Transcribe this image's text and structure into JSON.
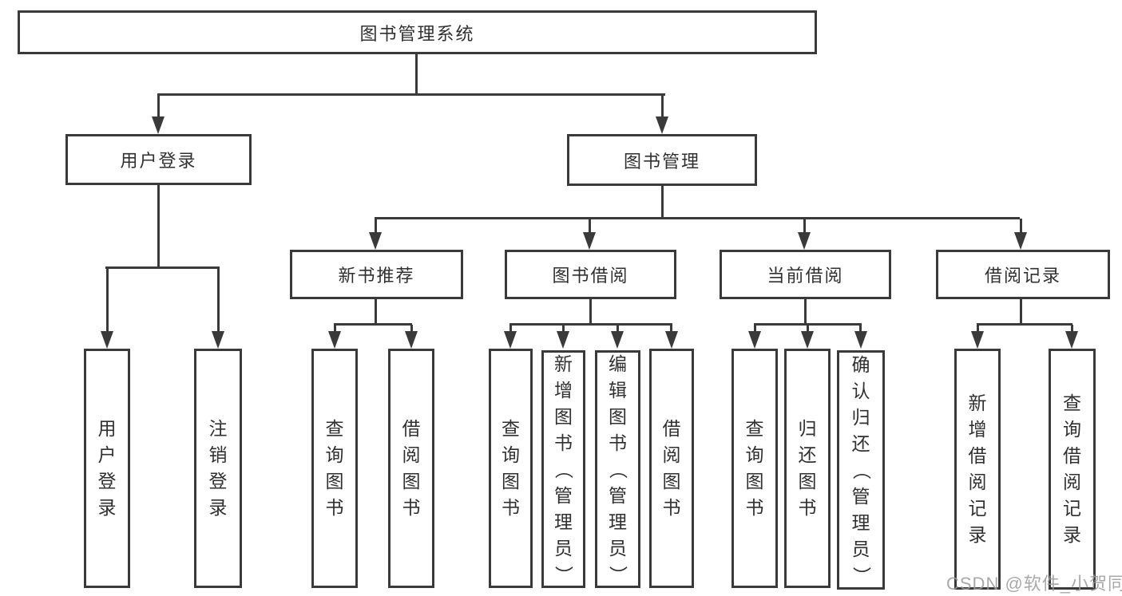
{
  "diagram": {
    "root": {
      "label": "图书管理系统"
    },
    "branches": [
      {
        "label": "用户登录",
        "children": [
          {
            "label": "用户登录"
          },
          {
            "label": "注销登录"
          }
        ]
      },
      {
        "label": "图书管理",
        "children": [
          {
            "label": "新书推荐",
            "children": [
              {
                "label": "查询图书"
              },
              {
                "label": "借阅图书"
              }
            ]
          },
          {
            "label": "图书借阅",
            "children": [
              {
                "label": "查询图书"
              },
              {
                "label": "新增图书（管理员）"
              },
              {
                "label": "编辑图书（管理员）"
              },
              {
                "label": "借阅图书"
              }
            ]
          },
          {
            "label": "当前借阅",
            "children": [
              {
                "label": "查询图书"
              },
              {
                "label": "归还图书"
              },
              {
                "label": "确认归还（管理员）"
              }
            ]
          },
          {
            "label": "借阅记录",
            "children": [
              {
                "label": "新增借阅记录"
              },
              {
                "label": "查询借阅记录"
              }
            ]
          }
        ]
      }
    ],
    "watermark": "CSDN @软件_小贺同学",
    "colors": {
      "line": "#3a3a3a",
      "text": "#303030",
      "watermark": "#9b9b9b",
      "background": "#ffffff"
    }
  }
}
